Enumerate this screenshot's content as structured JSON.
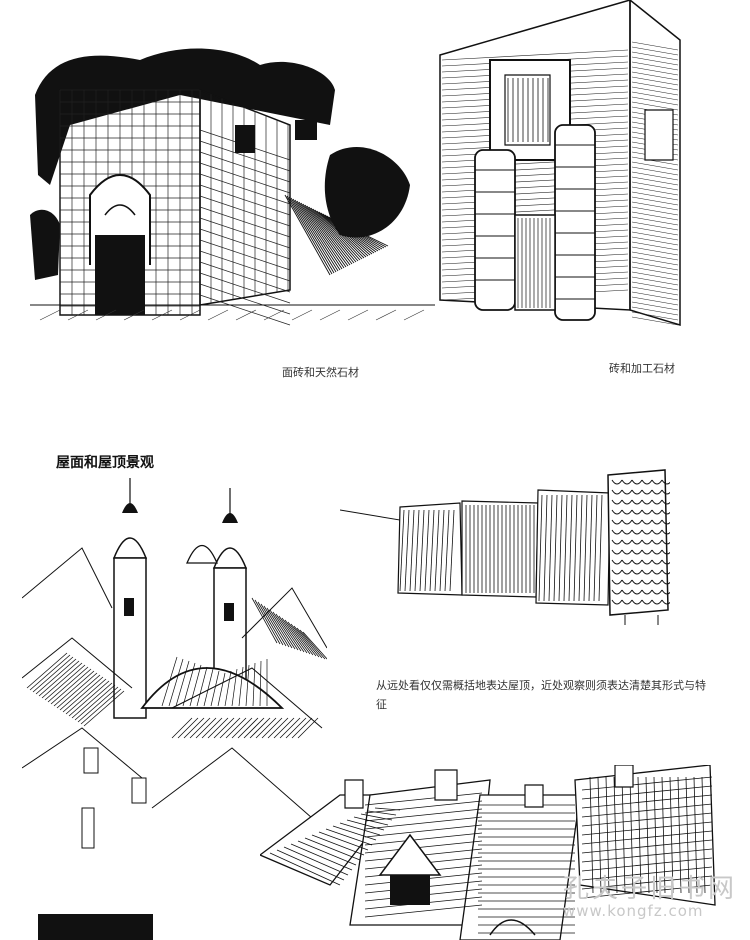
{
  "captions": {
    "left_sketch": "面砖和天然石材",
    "right_sketch": "砖和加工石材"
  },
  "section": {
    "heading": "屋面和屋顶景观"
  },
  "note": {
    "text": "从远处看仅仅需概括地表达屋顶，近处观察则须表达清楚其形式与特征"
  },
  "watermark": {
    "brand": "孔夫子旧书网",
    "url": "www.kongfz.com"
  }
}
